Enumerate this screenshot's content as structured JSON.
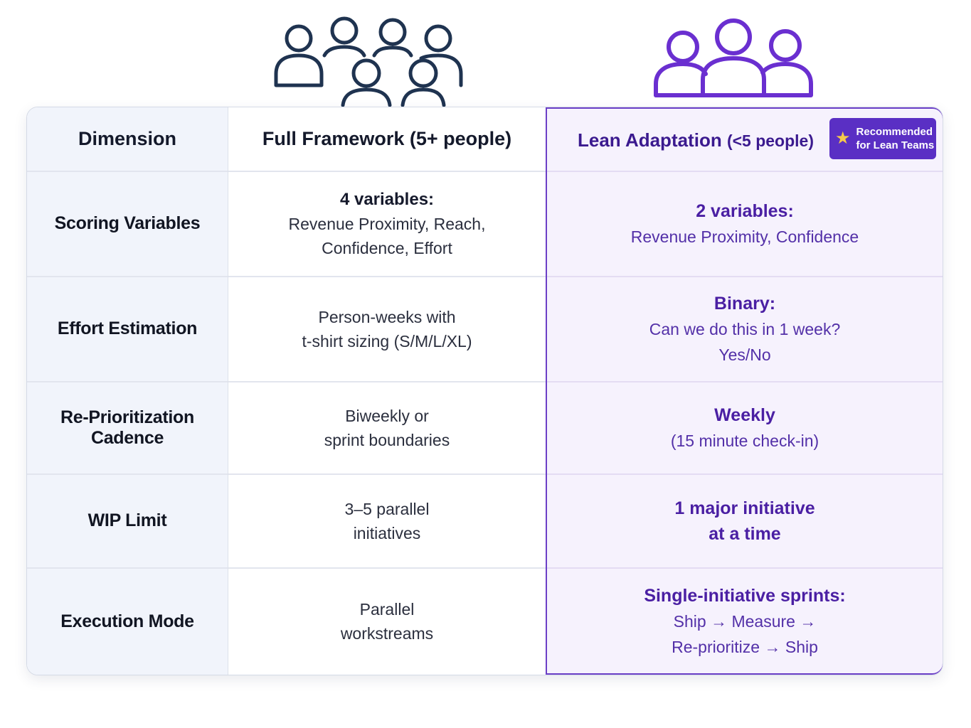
{
  "header": {
    "dimension": "Dimension",
    "full": "Full Framework (5+ people)",
    "lean_main": "Lean Adaptation ",
    "lean_sub": "(<5 people)",
    "badge_line1": "Recommended",
    "badge_line2": "for Lean Teams",
    "badge_icon": "star-icon"
  },
  "icons": {
    "full_team": "group-of-six-people-icon",
    "lean_team": "group-of-three-people-icon"
  },
  "colors": {
    "accent_purple": "#5a2fc4",
    "lean_text": "#4a1fa3",
    "navy_icon": "#1f3350",
    "purple_icon": "#6a2fd0"
  },
  "rows": [
    {
      "dimension": "Scoring Variables",
      "full_title": "4 variables:",
      "full_lines": [
        "Revenue Proximity, Reach,",
        "Confidence, Effort"
      ],
      "lean_title": "2 variables:",
      "lean_lines": [
        "Revenue Proximity, Confidence"
      ]
    },
    {
      "dimension": "Effort Estimation",
      "full_title": "",
      "full_lines": [
        "Person-weeks with",
        "t-shirt sizing (S/M/L/XL)"
      ],
      "lean_title": "Binary:",
      "lean_lines": [
        "Can we do this in 1 week?",
        "Yes/No"
      ]
    },
    {
      "dimension": "Re-Prioritization Cadence",
      "full_title": "",
      "full_lines": [
        "Biweekly or",
        "sprint boundaries"
      ],
      "lean_title": "Weekly",
      "lean_lines": [
        "(15 minute check-in)"
      ]
    },
    {
      "dimension": "WIP Limit",
      "full_title": "",
      "full_lines": [
        "3–5 parallel",
        "initiatives"
      ],
      "lean_title": "1 major initiative",
      "lean_lines": [
        "at a time"
      ],
      "lean_lines_bold": true
    },
    {
      "dimension": "Execution Mode",
      "full_title": "",
      "full_lines": [
        "Parallel",
        "workstreams"
      ],
      "lean_title": "Single-initiative sprints:",
      "lean_lines": [
        "Ship → Measure →",
        "Re-prioritize → Ship"
      ]
    }
  ]
}
